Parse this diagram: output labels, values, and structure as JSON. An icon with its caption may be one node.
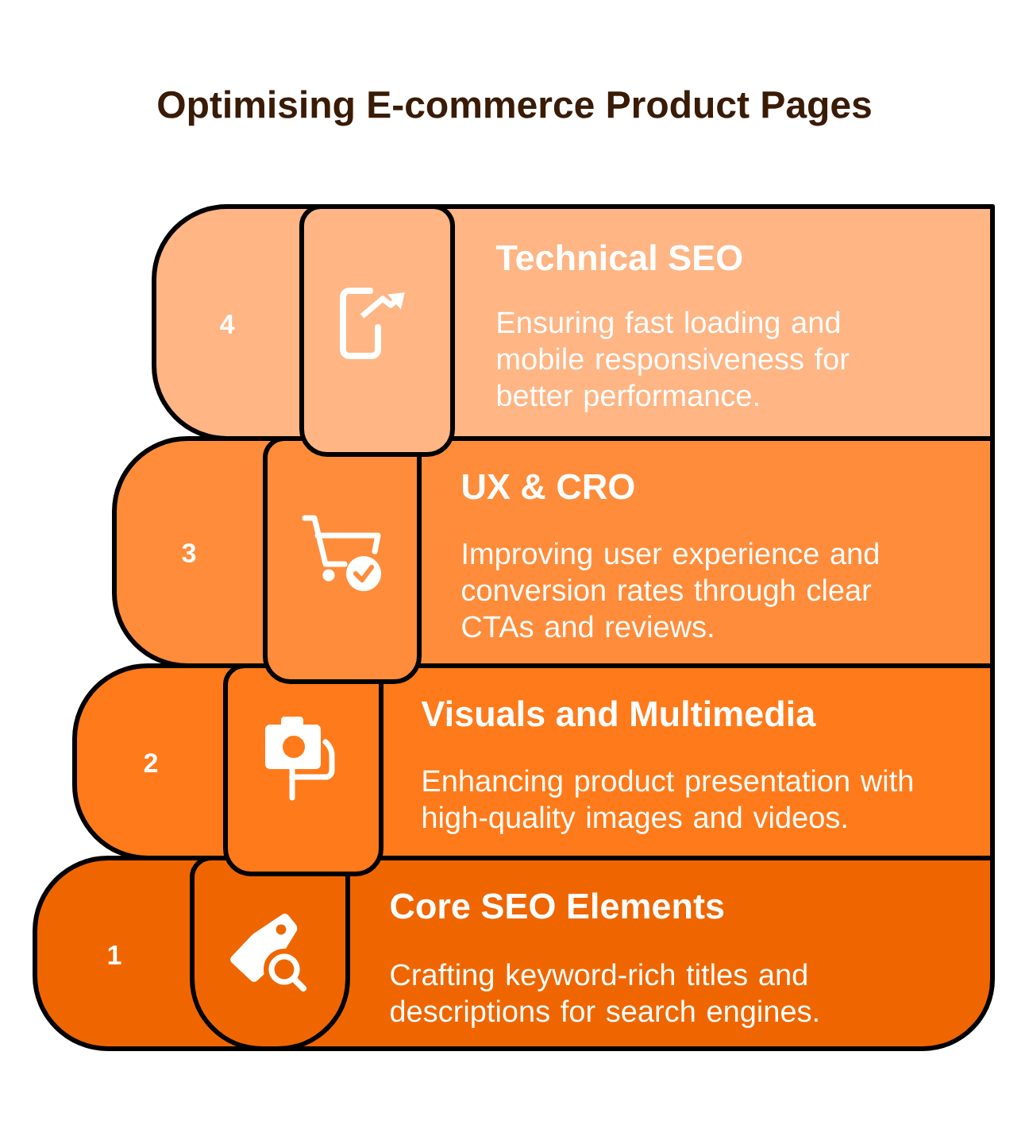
{
  "diagram": {
    "title": "Optimising E-commerce Product Pages",
    "nodes": [
      {
        "text": [
          "4",
          "Technical SEO",
          "Ensuring fast loading and mobile responsiveness for better performance."
        ]
      },
      {
        "text": [
          "3",
          "UX & CRO",
          "Improving user experience and conversion rates through clear CTAs and reviews."
        ]
      },
      {
        "text": [
          "2",
          "Visuals and Multimedia",
          "Enhancing product presentation with high-quality images and videos."
        ]
      },
      {
        "text": [
          "1",
          "Core SEO Elements",
          "Crafting keyword-rich titles and descriptions for search engines."
        ]
      }
    ]
  }
}
